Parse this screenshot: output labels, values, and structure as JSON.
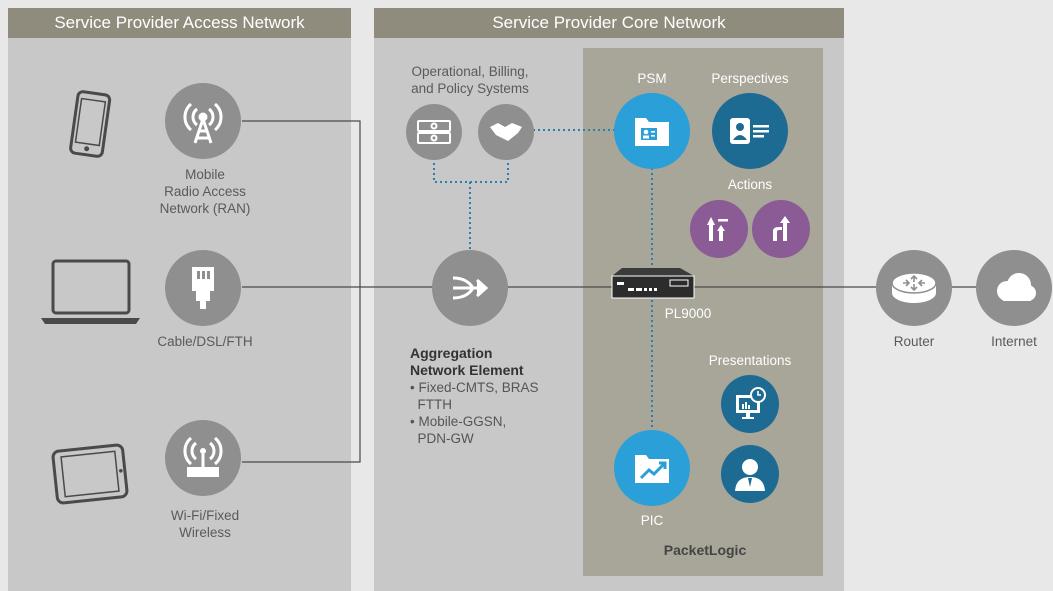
{
  "access_panel": {
    "title": "Service Provider Access Network"
  },
  "core_panel": {
    "title": "Service Provider Core Network"
  },
  "access": {
    "mobile_label": "Mobile\nRadio Access\nNetwork (RAN)",
    "cable_label": "Cable/DSL/FTH",
    "wifi_label": "Wi-Fi/Fixed\nWireless"
  },
  "core": {
    "ops_label": "Operational, Billing,\nand Policy Systems",
    "aggregation_title": "Aggregation\nNetwork Element",
    "aggregation_items": [
      "• Fixed-CMTS, BRAS\n  FTTH",
      "• Mobile-GGSN,\n  PDN-GW"
    ]
  },
  "packetlogic": {
    "psm": "PSM",
    "perspectives": "Perspectives",
    "actions": "Actions",
    "device": "PL9000",
    "presentations": "Presentations",
    "pic": "PIC",
    "name": "PacketLogic"
  },
  "external": {
    "router": "Router",
    "internet": "Internet"
  },
  "colors": {
    "panel_header": "#8f8c7d",
    "panel_bg": "#c8c8c8",
    "packetlogic_bg": "#a8a599",
    "blue": "#2a9fd8",
    "navy": "#1d6b93",
    "purple": "#8a5b94",
    "grey_icon": "#8f8f8f"
  }
}
